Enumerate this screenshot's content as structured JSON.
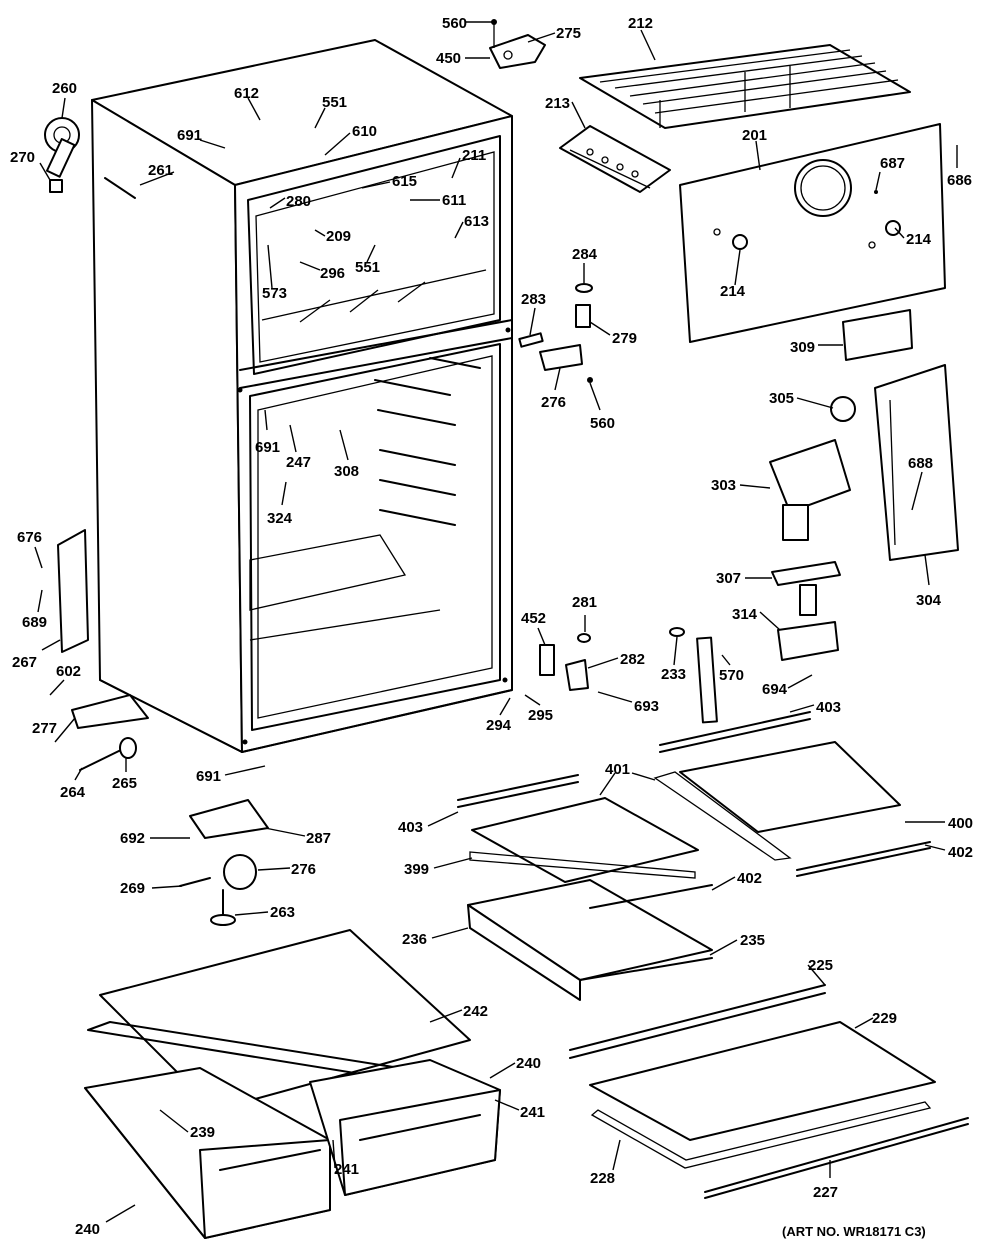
{
  "labels": [
    {
      "id": "560a",
      "text": "560"
    },
    {
      "id": "275",
      "text": "275"
    },
    {
      "id": "450",
      "text": "450"
    },
    {
      "id": "212",
      "text": "212"
    },
    {
      "id": "260",
      "text": "260"
    },
    {
      "id": "270",
      "text": "270"
    },
    {
      "id": "612",
      "text": "612"
    },
    {
      "id": "551a",
      "text": "551"
    },
    {
      "id": "691a",
      "text": "691"
    },
    {
      "id": "610",
      "text": "610"
    },
    {
      "id": "261",
      "text": "261"
    },
    {
      "id": "211",
      "text": "211"
    },
    {
      "id": "615",
      "text": "615"
    },
    {
      "id": "280",
      "text": "280"
    },
    {
      "id": "611",
      "text": "611"
    },
    {
      "id": "209",
      "text": "209"
    },
    {
      "id": "613",
      "text": "613"
    },
    {
      "id": "551b",
      "text": "551"
    },
    {
      "id": "296",
      "text": "296"
    },
    {
      "id": "573",
      "text": "573"
    },
    {
      "id": "213",
      "text": "213"
    },
    {
      "id": "201",
      "text": "201"
    },
    {
      "id": "687",
      "text": "687"
    },
    {
      "id": "686",
      "text": "686"
    },
    {
      "id": "214a",
      "text": "214"
    },
    {
      "id": "214b",
      "text": "214"
    },
    {
      "id": "284",
      "text": "284"
    },
    {
      "id": "283",
      "text": "283"
    },
    {
      "id": "279",
      "text": "279"
    },
    {
      "id": "309",
      "text": "309"
    },
    {
      "id": "276a",
      "text": "276"
    },
    {
      "id": "560b",
      "text": "560"
    },
    {
      "id": "305",
      "text": "305"
    },
    {
      "id": "691b",
      "text": "691"
    },
    {
      "id": "247",
      "text": "247"
    },
    {
      "id": "308",
      "text": "308"
    },
    {
      "id": "324",
      "text": "324"
    },
    {
      "id": "303",
      "text": "303"
    },
    {
      "id": "688",
      "text": "688"
    },
    {
      "id": "304",
      "text": "304"
    },
    {
      "id": "307",
      "text": "307"
    },
    {
      "id": "676",
      "text": "676"
    },
    {
      "id": "689",
      "text": "689"
    },
    {
      "id": "267",
      "text": "267"
    },
    {
      "id": "602",
      "text": "602"
    },
    {
      "id": "277",
      "text": "277"
    },
    {
      "id": "264",
      "text": "264"
    },
    {
      "id": "265",
      "text": "265"
    },
    {
      "id": "452",
      "text": "452"
    },
    {
      "id": "281",
      "text": "281"
    },
    {
      "id": "282",
      "text": "282"
    },
    {
      "id": "294",
      "text": "294"
    },
    {
      "id": "295",
      "text": "295"
    },
    {
      "id": "693",
      "text": "693"
    },
    {
      "id": "233",
      "text": "233"
    },
    {
      "id": "570",
      "text": "570"
    },
    {
      "id": "314",
      "text": "314"
    },
    {
      "id": "694",
      "text": "694"
    },
    {
      "id": "691c",
      "text": "691"
    },
    {
      "id": "403a",
      "text": "403"
    },
    {
      "id": "401",
      "text": "401"
    },
    {
      "id": "400",
      "text": "400"
    },
    {
      "id": "402a",
      "text": "402"
    },
    {
      "id": "403b",
      "text": "403"
    },
    {
      "id": "692",
      "text": "692"
    },
    {
      "id": "287",
      "text": "287"
    },
    {
      "id": "276b",
      "text": "276"
    },
    {
      "id": "269",
      "text": "269"
    },
    {
      "id": "263",
      "text": "263"
    },
    {
      "id": "399",
      "text": "399"
    },
    {
      "id": "236",
      "text": "236"
    },
    {
      "id": "402b",
      "text": "402"
    },
    {
      "id": "235",
      "text": "235"
    },
    {
      "id": "225",
      "text": "225"
    },
    {
      "id": "242",
      "text": "242"
    },
    {
      "id": "240a",
      "text": "240"
    },
    {
      "id": "241a",
      "text": "241"
    },
    {
      "id": "239",
      "text": "239"
    },
    {
      "id": "241b",
      "text": "241"
    },
    {
      "id": "229",
      "text": "229"
    },
    {
      "id": "228",
      "text": "228"
    },
    {
      "id": "227",
      "text": "227"
    },
    {
      "id": "240b",
      "text": "240"
    }
  ],
  "art_number": "(ART NO. WR18171 C3)"
}
